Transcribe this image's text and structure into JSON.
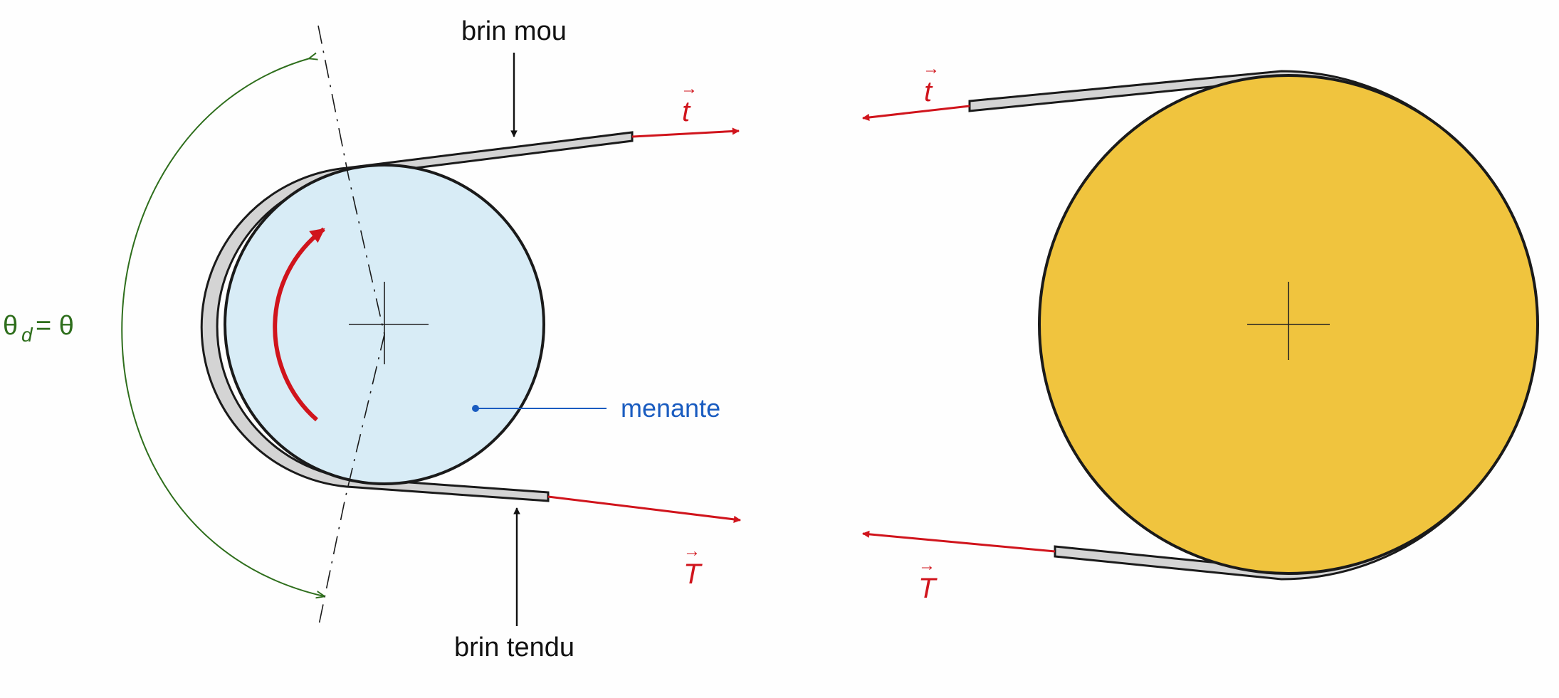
{
  "labels": {
    "brin_mou": "brin mou",
    "brin_tendu": "brin tendu",
    "menante": "menante",
    "theta_main": "θ",
    "theta_sub": "d",
    "theta_rest": " = θ",
    "t_small": "t",
    "t_big": "T",
    "vector_arrow": "→"
  },
  "colors": {
    "force": "#d0141c",
    "angle": "#2e6e1c",
    "label_blue": "#1a5cc0",
    "driving_fill": "#d8ecf6",
    "driven_fill": "#f0c43e",
    "outline": "#1a1a1a",
    "belt_fill": "#d4d4d4"
  },
  "icons": {
    "rotation": "curved-rotation-arrow",
    "center": "crosshair"
  }
}
